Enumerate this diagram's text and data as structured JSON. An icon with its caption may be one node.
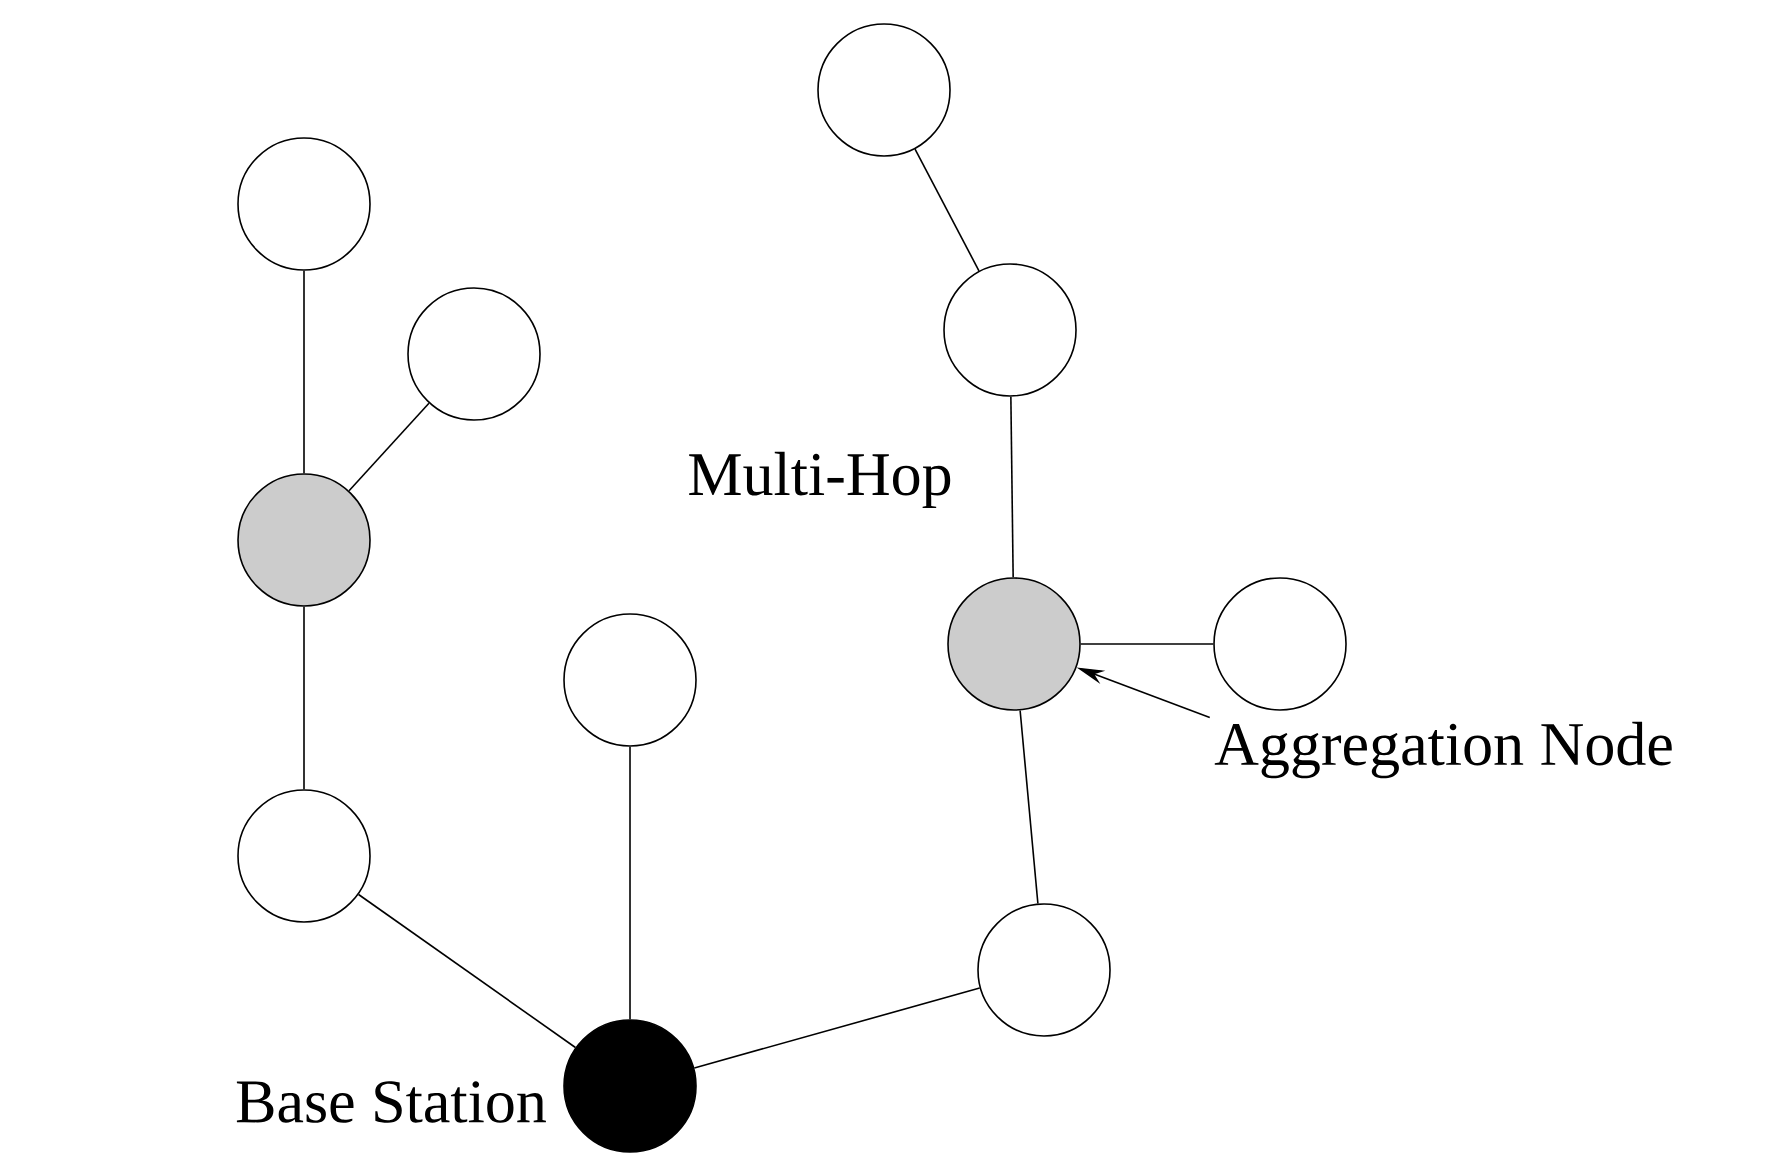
{
  "diagram": {
    "nodes": [
      {
        "text": [],
        "shape": "circle"
      },
      {
        "text": [],
        "shape": "circle"
      },
      {
        "text": [],
        "shape": "circle"
      },
      {
        "text": [],
        "shape": "circle"
      },
      {
        "text": [],
        "shape": "circle"
      },
      {
        "text": [],
        "shape": "circle"
      },
      {
        "text": [],
        "shape": "circle"
      },
      {
        "text": [],
        "shape": "circle"
      },
      {
        "text": [],
        "shape": "circle"
      },
      {
        "text": [],
        "shape": "circle"
      },
      {
        "text": [],
        "shape": "circle",
        "beside": [
          "Base Station"
        ]
      },
      {
        "text": [
          "Aggregation Node"
        ]
      }
    ],
    "edges": [
      {
        "from": 0,
        "to": 2,
        "arrow": "none"
      },
      {
        "from": 1,
        "to": 2,
        "arrow": "none"
      },
      {
        "from": 2,
        "to": 3,
        "arrow": "none"
      },
      {
        "from": 3,
        "to": 10,
        "arrow": "none"
      },
      {
        "from": 4,
        "to": 10,
        "arrow": "none"
      },
      {
        "from": 10,
        "to": 9,
        "arrow": "none"
      },
      {
        "from": 9,
        "to": 7,
        "arrow": "none"
      },
      {
        "from": 7,
        "to": 8,
        "arrow": "none"
      },
      {
        "from": 7,
        "to": 6,
        "arrow": "none"
      },
      {
        "from": 6,
        "to": 5,
        "arrow": "none"
      },
      {
        "from": 11,
        "to": 7,
        "arrow": "to"
      }
    ],
    "labels": [
      "Multi-Hop"
    ]
  }
}
